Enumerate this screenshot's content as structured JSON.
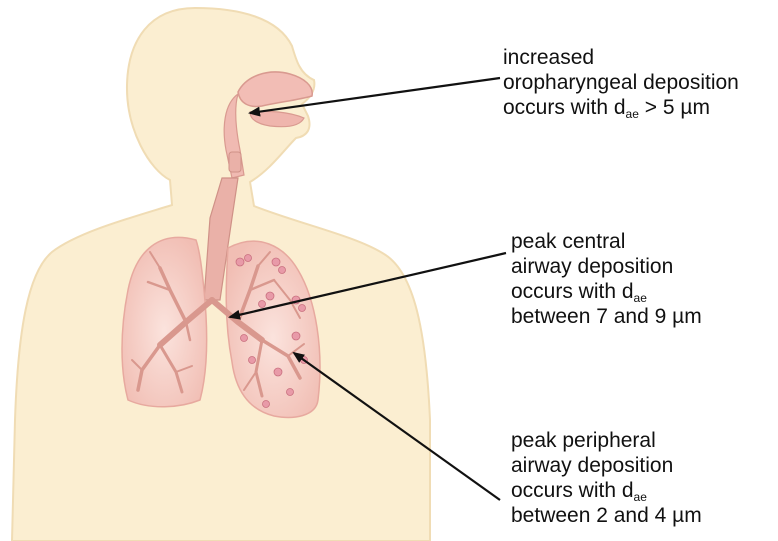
{
  "annotations": {
    "oropharyngeal": {
      "line1": "increased",
      "line2": "oropharyngeal deposition",
      "line3_prefix": "occurs with d",
      "line3_sub": "ae",
      "line3_suffix": " > 5 µm"
    },
    "central": {
      "line1": "peak central",
      "line2": "airway deposition",
      "line3_prefix": "occurs with d",
      "line3_sub": "ae",
      "line4": "between 7 and 9 µm"
    },
    "peripheral": {
      "line1": "peak peripheral",
      "line2": "airway deposition",
      "line3_prefix": "occurs with d",
      "line3_sub": "ae",
      "line4": "between 2 and 4 µm"
    }
  },
  "colors": {
    "body_fill": "#fbeed1",
    "lung_fill": "#f3c9c0",
    "airway_fill": "#eab1a8",
    "arrow": "#111111"
  }
}
